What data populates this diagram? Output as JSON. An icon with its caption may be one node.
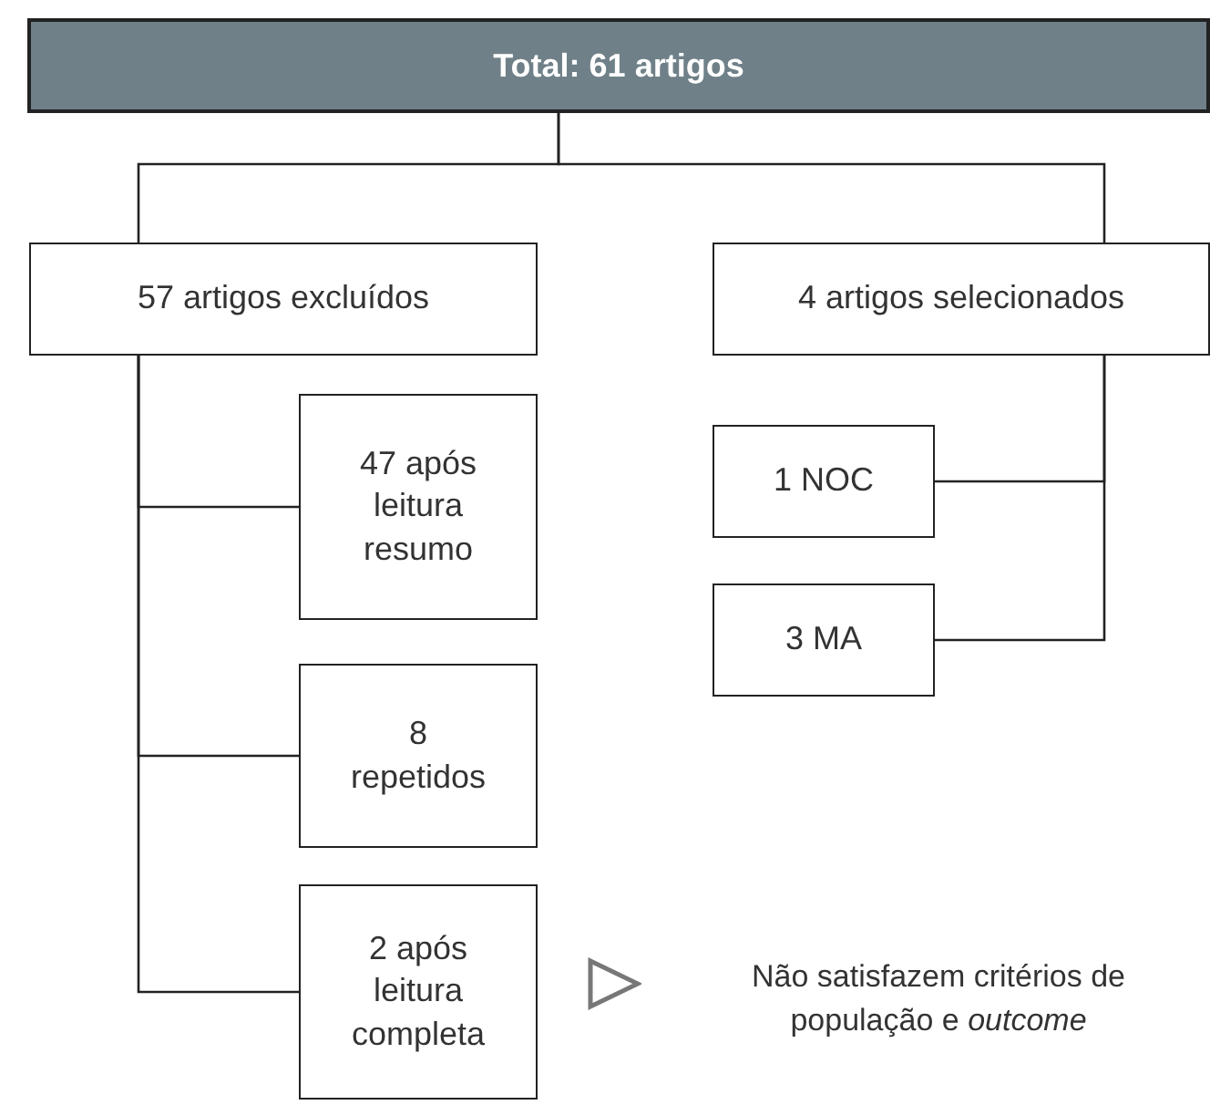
{
  "diagram": {
    "nodes": [
      {
        "text": [
          "Total: 61 artigos"
        ]
      },
      {
        "text": [
          "57 artigos excluídos"
        ]
      },
      {
        "text": [
          "4 artigos selecionados"
        ]
      },
      {
        "text": [
          "47 após leitura resumo"
        ]
      },
      {
        "text": [
          "8 repetidos"
        ]
      },
      {
        "text": [
          "2 após leitura completa"
        ]
      },
      {
        "text": [
          "1 NOC"
        ]
      },
      {
        "text": [
          "3 MA"
        ]
      }
    ],
    "edges": [
      {
        "from": 0,
        "to": 1,
        "arrow": "none"
      },
      {
        "from": 0,
        "to": 2,
        "arrow": "none"
      },
      {
        "from": 1,
        "to": 3,
        "arrow": "none"
      },
      {
        "from": 1,
        "to": 4,
        "arrow": "none"
      },
      {
        "from": 1,
        "to": 5,
        "arrow": "none"
      },
      {
        "from": 2,
        "to": 6,
        "arrow": "none"
      },
      {
        "from": 2,
        "to": 7,
        "arrow": "none"
      }
    ],
    "labels": [
      "Não satisfazem critérios de população e *outcome*"
    ]
  }
}
